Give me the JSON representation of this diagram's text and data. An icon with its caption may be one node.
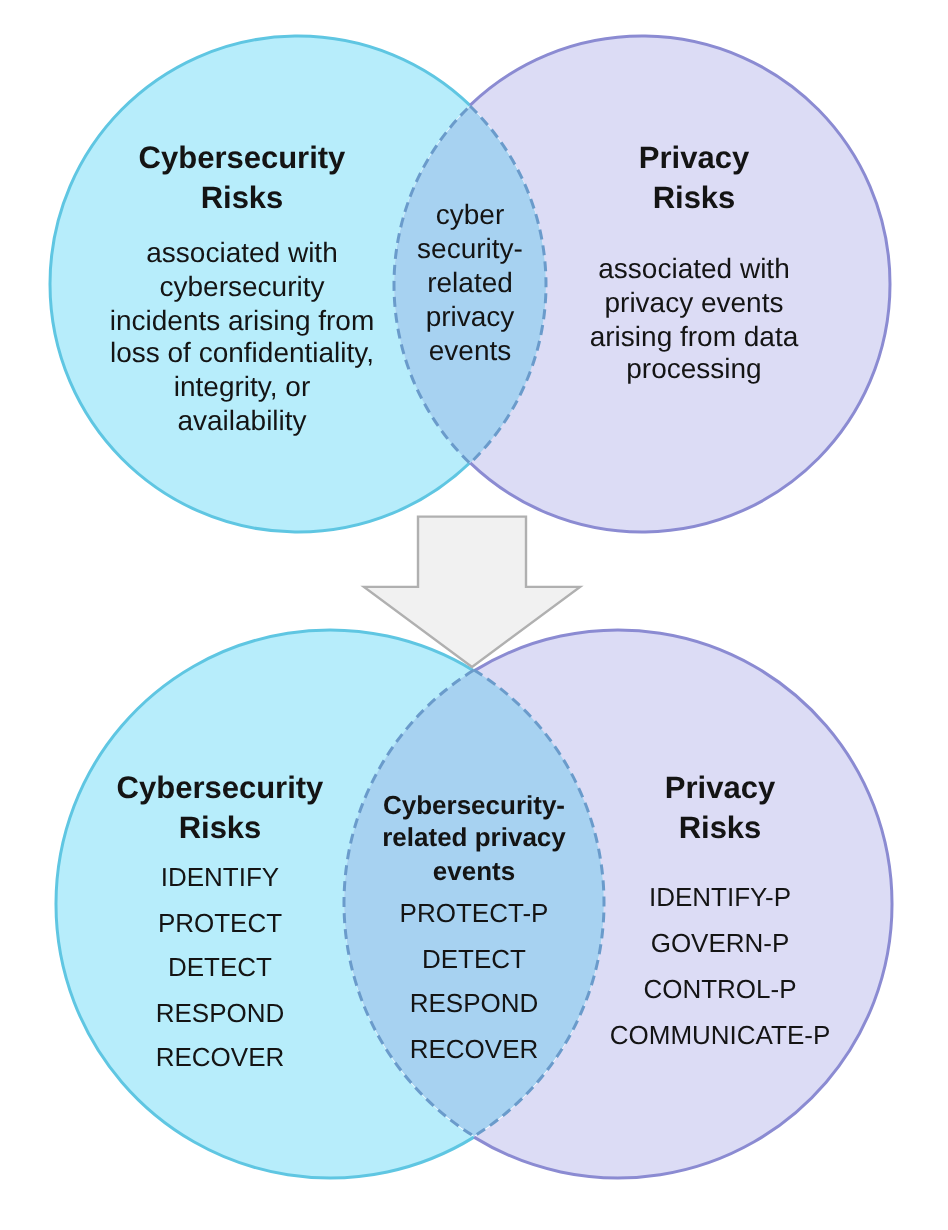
{
  "diagram": {
    "nodes": [
      {
        "text": [
          "Cybersecurity Risks",
          "associated with cybersecurity incidents arising from loss of confidentiality, integrity, or availability"
        ]
      },
      {
        "text": [
          "cyber security-related privacy events"
        ]
      },
      {
        "text": [
          "Privacy Risks",
          "associated with privacy events arising from data processing"
        ]
      },
      {
        "text": [
          "Cybersecurity Risks",
          "IDENTIFY",
          "PROTECT",
          "DETECT",
          "RESPOND",
          "RECOVER"
        ]
      },
      {
        "text": [
          "Cybersecurity-related privacy events",
          "PROTECT-P",
          "DETECT",
          "RESPOND",
          "RECOVER"
        ]
      },
      {
        "text": [
          "Privacy Risks",
          "IDENTIFY-P",
          "GOVERN-P",
          "CONTROL-P",
          "COMMUNICATE-P"
        ]
      }
    ],
    "edges": [
      {
        "from": 1,
        "to": 4,
        "arrow": "to"
      }
    ]
  }
}
